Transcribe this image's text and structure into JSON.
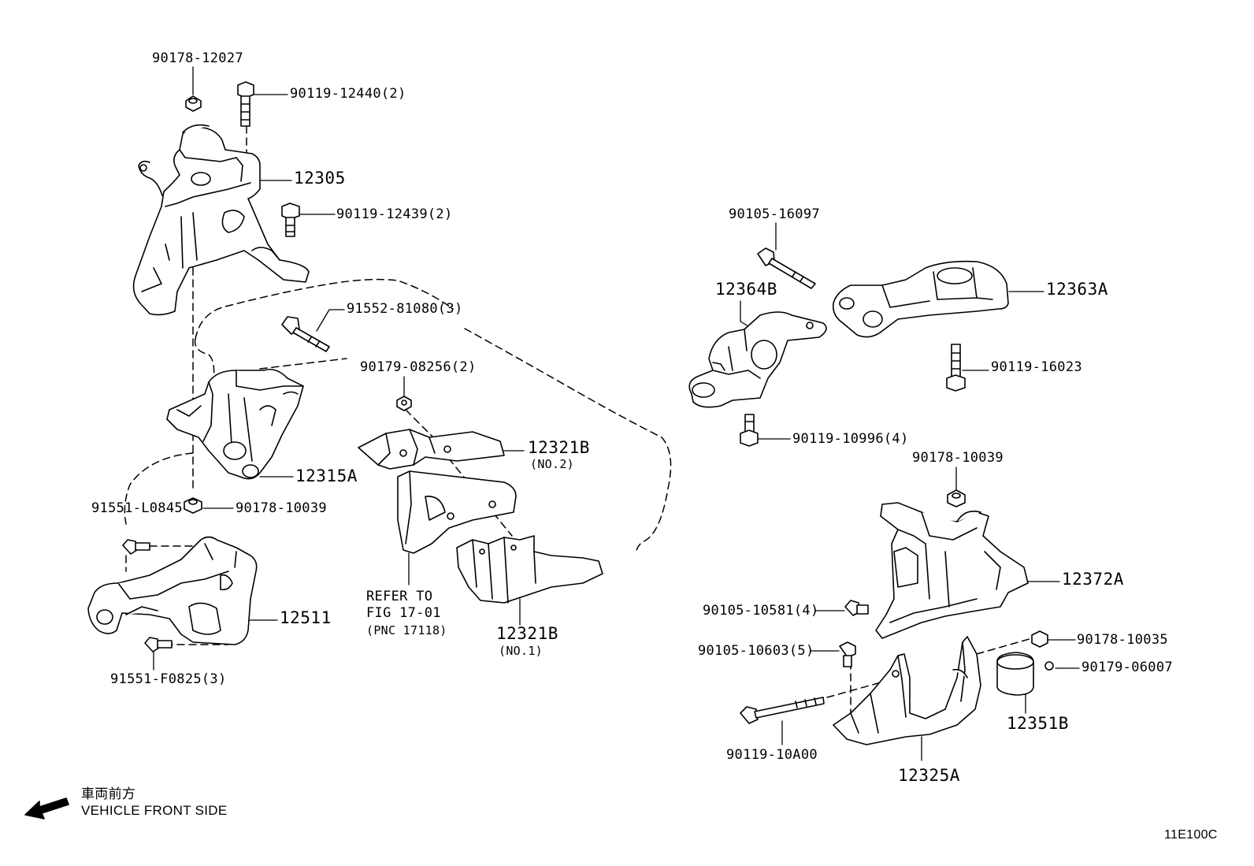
{
  "labels": {
    "p90178_12027": "90178-12027",
    "p90119_12440": "90119-12440(2)",
    "p12305": "12305",
    "p90119_12439": "90119-12439(2)",
    "p91552_81080": "91552-81080(3)",
    "p90179_08256": "90179-08256(2)",
    "p12315A": "12315A",
    "p12321B": "12321B",
    "p12321B_no2": "(NO.2)",
    "p91551_L0845": "91551-L0845",
    "p90178_10039_left": "90178-10039",
    "p12511": "12511",
    "p91551_F0825": "91551-F0825(3)",
    "refer_line1": "REFER TO",
    "refer_line2": "FIG 17-01",
    "refer_line3": "(PNC 17118)",
    "p12321B_2": "12321B",
    "p12321B_no1": "(NO.1)",
    "p90105_16097": "90105-16097",
    "p12364B": "12364B",
    "p12363A": "12363A",
    "p90119_16023": "90119-16023",
    "p90119_10996": "90119-10996(4)",
    "p90178_10039_right": "90178-10039",
    "p12372A": "12372A",
    "p90105_10581": "90105-10581(4)",
    "p90105_10603": "90105-10603(5)",
    "p90178_10035": "90178-10035",
    "p90179_06007": "90179-06007",
    "p12351B": "12351B",
    "p90119_10A00": "90119-10A00",
    "p12325A": "12325A"
  },
  "orientation": {
    "japanese": "車両前方",
    "english": "VEHICLE FRONT SIDE",
    "arrow_icon": "front-arrow-icon"
  },
  "figure_code": "11E100C"
}
